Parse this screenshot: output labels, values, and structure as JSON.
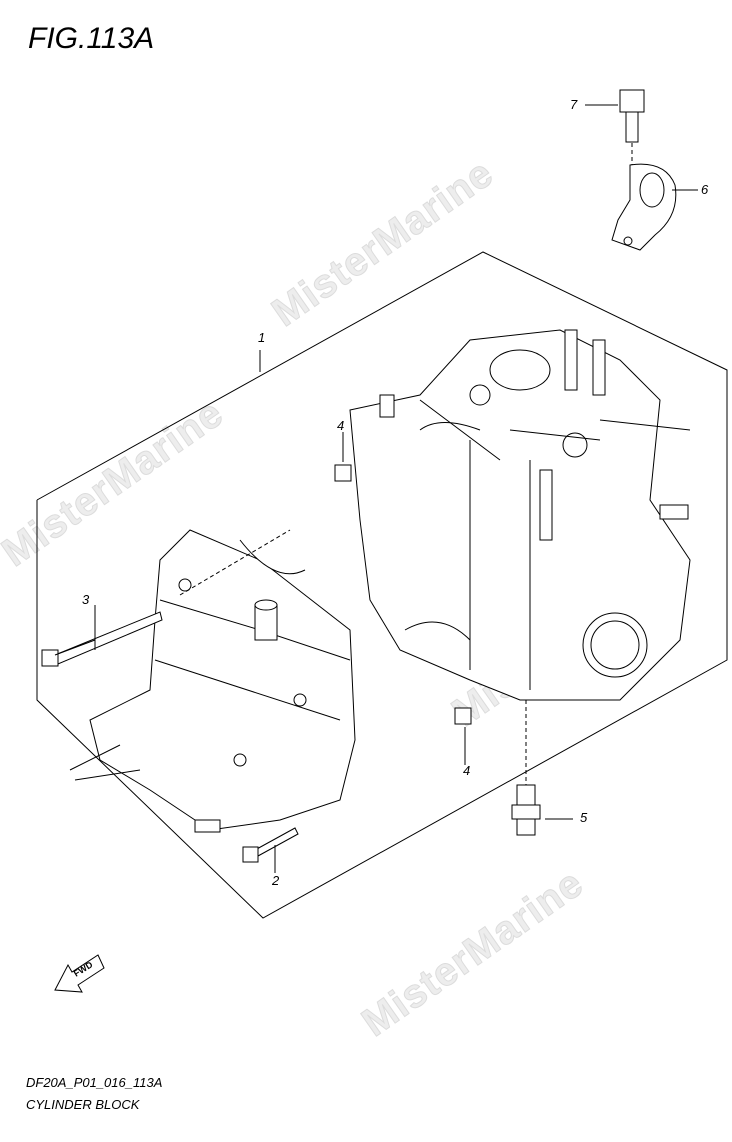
{
  "figure": {
    "title": "FIG.113A",
    "code": "DF20A_P01_016_113A",
    "caption": "CYLINDER BLOCK"
  },
  "watermark": "MisterMarine",
  "fwd_label": "FWD",
  "callouts": [
    "1",
    "2",
    "3",
    "4",
    "4",
    "5",
    "6",
    "7"
  ]
}
